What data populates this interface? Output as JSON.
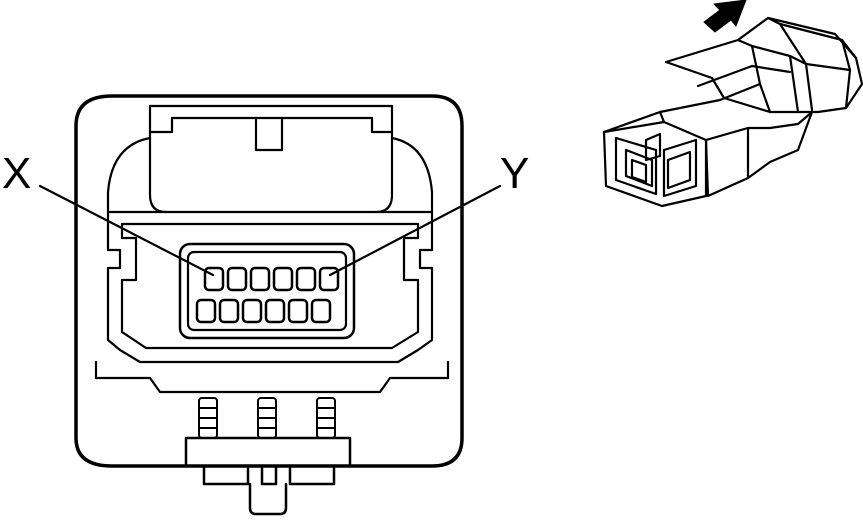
{
  "diagram": {
    "labels": {
      "x": "X",
      "y": "Y"
    },
    "connector_cavities": {
      "top_row": 6,
      "bottom_row": 6
    },
    "stroke_color": "#000000",
    "background_color": "#ffffff"
  }
}
